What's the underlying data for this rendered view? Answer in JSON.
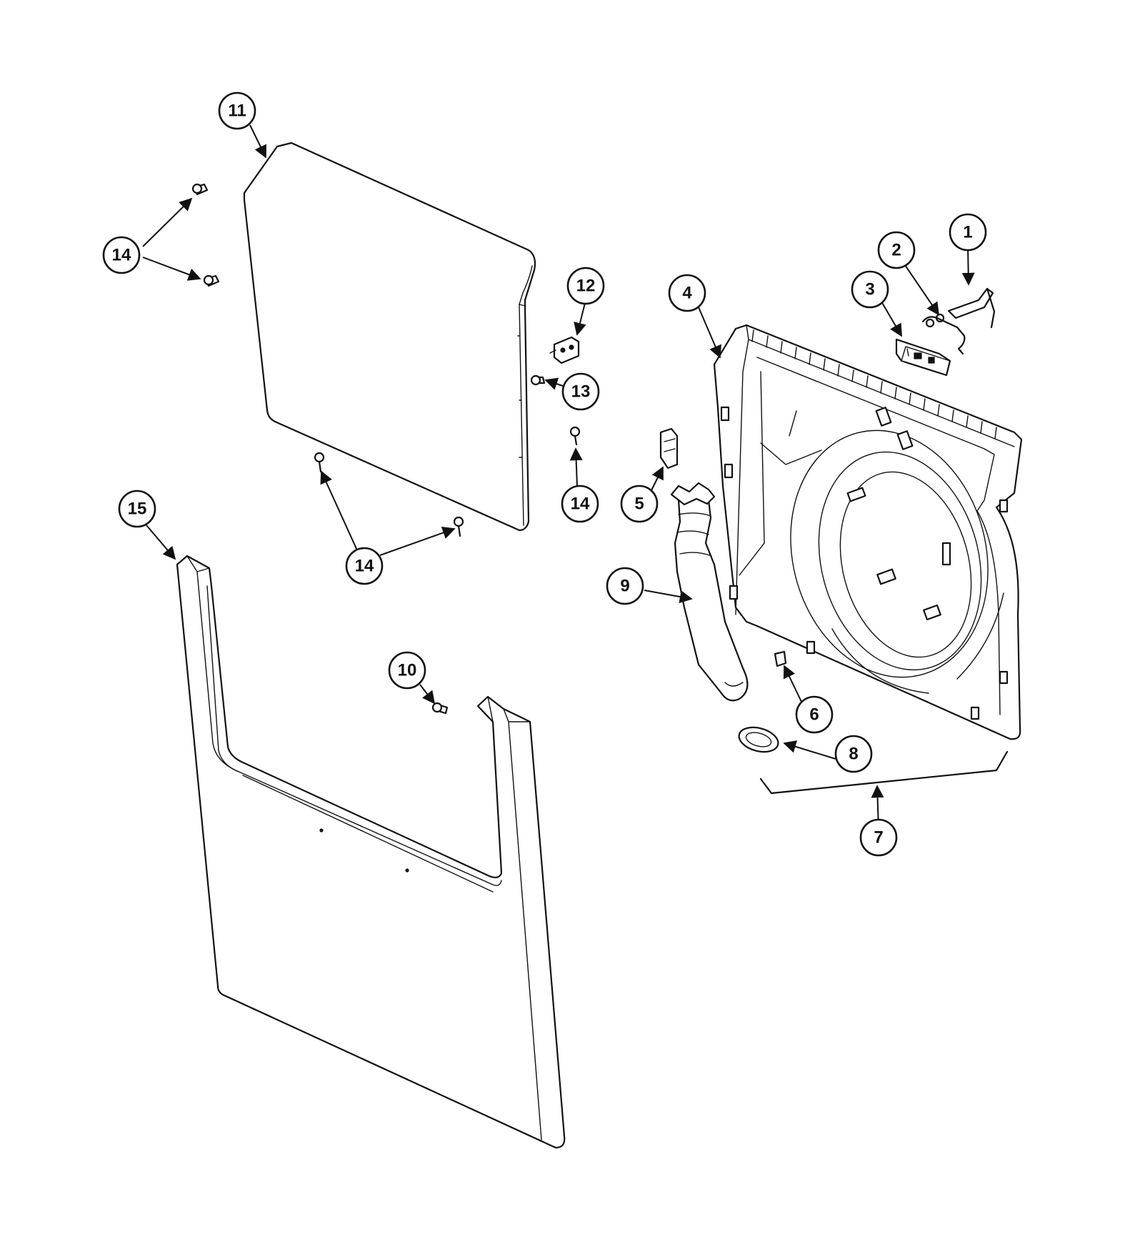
{
  "callouts": [
    {
      "id": "c1",
      "label": "1"
    },
    {
      "id": "c2",
      "label": "2"
    },
    {
      "id": "c3",
      "label": "3"
    },
    {
      "id": "c4",
      "label": "4"
    },
    {
      "id": "c5",
      "label": "5"
    },
    {
      "id": "c6",
      "label": "6"
    },
    {
      "id": "c7",
      "label": "7"
    },
    {
      "id": "c8",
      "label": "8"
    },
    {
      "id": "c9",
      "label": "9"
    },
    {
      "id": "c10",
      "label": "10"
    },
    {
      "id": "c11",
      "label": "11"
    },
    {
      "id": "c12",
      "label": "12"
    },
    {
      "id": "c13",
      "label": "13"
    },
    {
      "id": "c14a",
      "label": "14"
    },
    {
      "id": "c14b",
      "label": "14"
    },
    {
      "id": "c14c",
      "label": "14"
    },
    {
      "id": "c15",
      "label": "15"
    }
  ]
}
